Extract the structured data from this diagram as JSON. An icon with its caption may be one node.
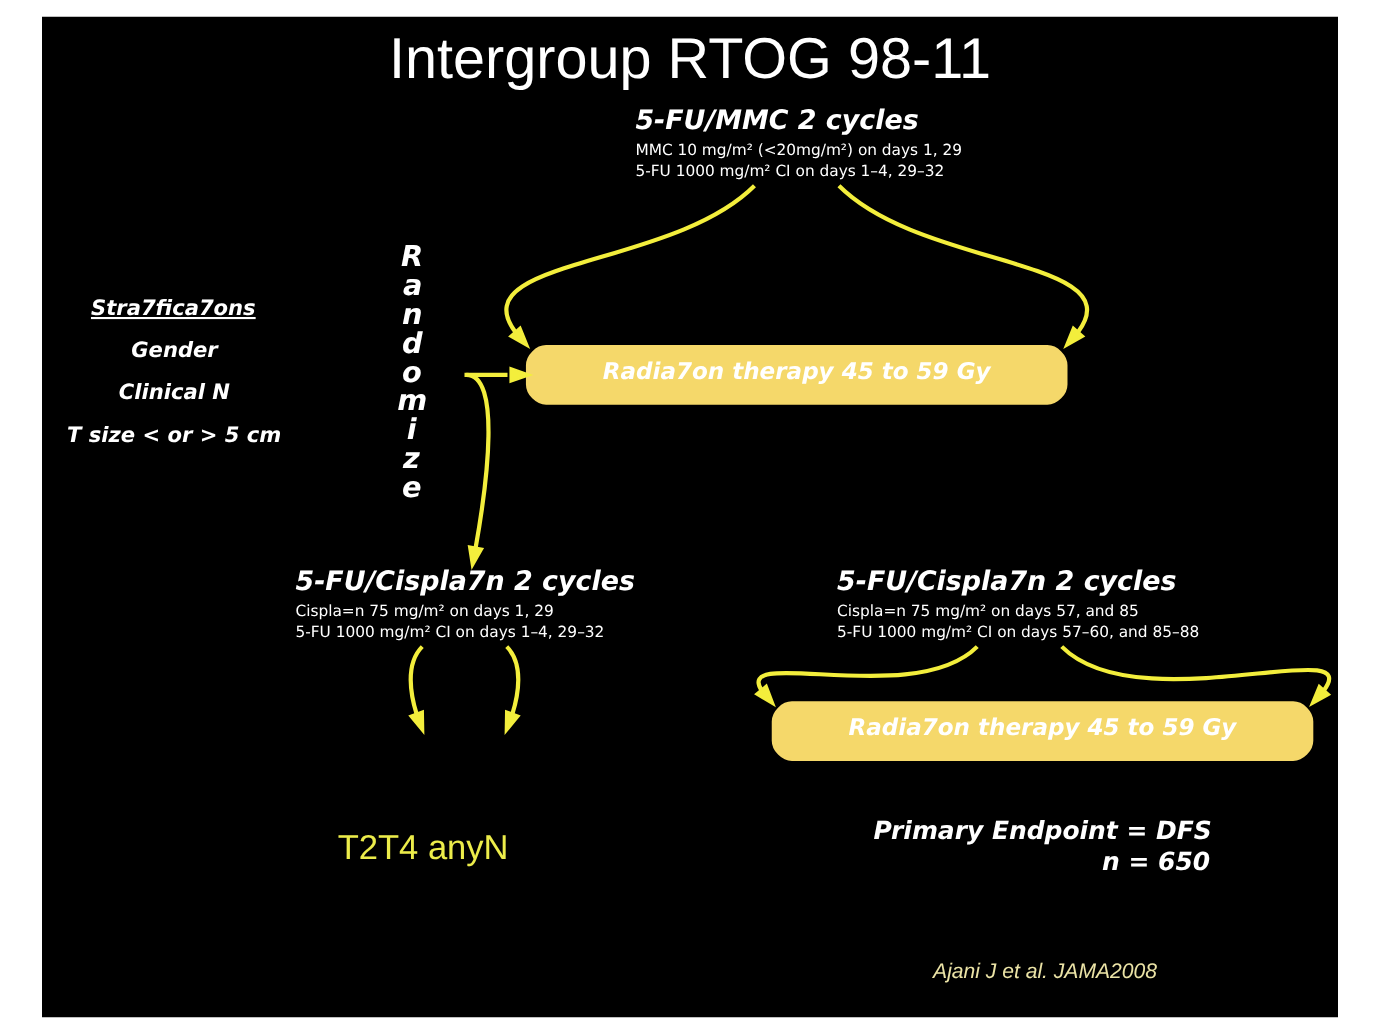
{
  "diagram": {
    "title": "Intergroup RTOG 98-11",
    "nodes": [
      {
        "text": [
          "5-FU/MMC 2 cycles",
          "MMC 10 mg/m² (<20mg/m²) on days 1, 29",
          "5-FU 1000 mg/m² CI on days 1–4, 29–32"
        ]
      },
      {
        "text": [
          "Randomize"
        ]
      },
      {
        "text": [
          "Radia7on therapy 45 to 59 Gy"
        ]
      },
      {
        "text": [
          "5-FU/Cispla7n 2 cycles",
          "Cispla=n 75 mg/m² on days 1, 29",
          "5-FU 1000 mg/m² CI on days 1–4, 29–32"
        ]
      },
      {
        "text": [
          "5-FU/Cispla7n 2 cycles",
          "Cispla=n 75 mg/m² on days 57, and 85",
          "5-FU 1000 mg/m² CI on days 57–60, and 85–88"
        ]
      },
      {
        "text": [
          "Radia7on therapy 45 to 59 Gy"
        ]
      }
    ],
    "edges": [
      {
        "from": 1,
        "to": 2,
        "arrow": "to"
      },
      {
        "from": 1,
        "to": 3,
        "arrow": "to"
      },
      {
        "from": 0,
        "to": 2,
        "arrow": "to"
      },
      {
        "from": 0,
        "to": 2,
        "arrow": "to"
      },
      {
        "from": 3,
        "to": null,
        "arrow": "to"
      },
      {
        "from": 3,
        "to": null,
        "arrow": "to"
      },
      {
        "from": 4,
        "to": 5,
        "arrow": "to"
      },
      {
        "from": 4,
        "to": 5,
        "arrow": "to"
      }
    ],
    "labels": [
      "Stra7fica7ons",
      "Gender",
      "Clinical N",
      "T size < or > 5 cm",
      "Primary Endpoint = DFS",
      "n = 650",
      "T2T4 anyN",
      "Ajani J et al. JAMA2008"
    ]
  }
}
